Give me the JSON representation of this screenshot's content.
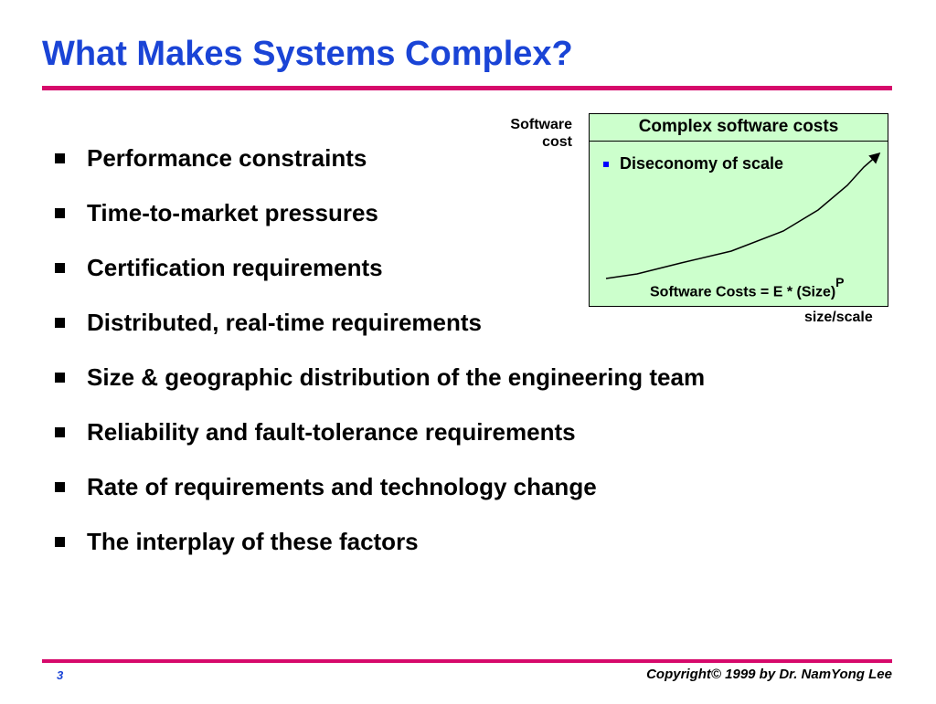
{
  "slide": {
    "title": "What Makes Systems Complex?",
    "bullets": [
      "Performance constraints",
      "Time-to-market pressures",
      "Certification requirements",
      "Distributed, real-time requirements",
      "Size & geographic distribution of the engineering team",
      "Reliability and fault-tolerance requirements",
      "Rate of requirements and technology change",
      "The interplay of these factors"
    ]
  },
  "figure": {
    "y_label_line1": "Software",
    "y_label_line2": "cost",
    "box_title": "Complex software costs",
    "box_bullet": "Diseconomy of scale",
    "formula_main": "Software Costs = E * (Size)",
    "formula_exp": "P",
    "x_label": "size/scale"
  },
  "footer": {
    "page": "3",
    "copyright": "Copyright© 1999 by Dr. NamYong Lee"
  },
  "colors": {
    "title": "#1a44d6",
    "rule": "#d6096b",
    "chart_bg": "#ccffcc"
  }
}
